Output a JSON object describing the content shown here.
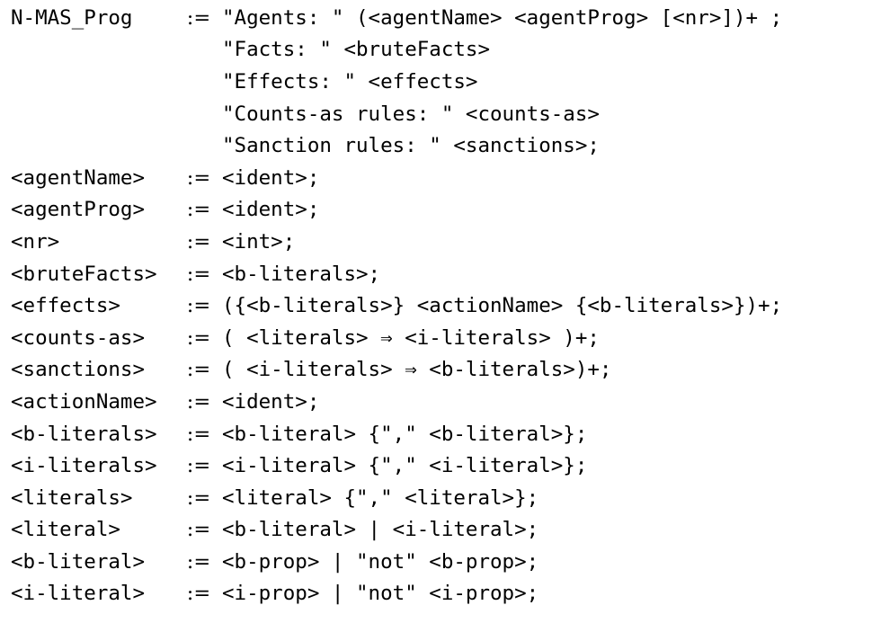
{
  "rules": [
    {
      "lhs": "N-MAS_Prog",
      "assign": ":=",
      "rhs": "\"Agents: \" (<agentName> <agentProg> [<nr>])+ ;"
    },
    {
      "lhs": "",
      "assign": "",
      "rhs": "\"Facts: \" <bruteFacts>"
    },
    {
      "lhs": "",
      "assign": "",
      "rhs": "\"Effects: \" <effects>"
    },
    {
      "lhs": "",
      "assign": "",
      "rhs": "\"Counts-as rules: \" <counts-as>"
    },
    {
      "lhs": "",
      "assign": "",
      "rhs": "\"Sanction rules: \" <sanctions>;"
    },
    {
      "lhs": "<agentName>",
      "assign": ":=",
      "rhs": "<ident>;"
    },
    {
      "lhs": "<agentProg>",
      "assign": ":=",
      "rhs": "<ident>;"
    },
    {
      "lhs": "<nr>",
      "assign": ":=",
      "rhs": "<int>;"
    },
    {
      "lhs": "<bruteFacts>",
      "assign": ":=",
      "rhs": "<b-literals>;"
    },
    {
      "lhs": "<effects>",
      "assign": ":=",
      "rhs": "({<b-literals>} <actionName> {<b-literals>})+;"
    },
    {
      "lhs": "<counts-as>",
      "assign": ":=",
      "rhs": "( <literals> ⇒ <i-literals> )+;"
    },
    {
      "lhs": "<sanctions>",
      "assign": ":=",
      "rhs": "( <i-literals> ⇒ <b-literals>)+;"
    },
    {
      "lhs": "<actionName>",
      "assign": ":=",
      "rhs": "<ident>;"
    },
    {
      "lhs": "<b-literals>",
      "assign": ":=",
      "rhs": "<b-literal> {\",\" <b-literal>};"
    },
    {
      "lhs": "<i-literals>",
      "assign": ":=",
      "rhs": "<i-literal> {\",\" <i-literal>};"
    },
    {
      "lhs": "<literals>",
      "assign": ":=",
      "rhs": "<literal> {\",\" <literal>};"
    },
    {
      "lhs": "<literal>",
      "assign": ":=",
      "rhs": "<b-literal> | <i-literal>;"
    },
    {
      "lhs": "<b-literal>",
      "assign": ":=",
      "rhs": "<b-prop> | \"not\" <b-prop>;"
    },
    {
      "lhs": "<i-literal>",
      "assign": ":=",
      "rhs": "<i-prop> | \"not\" <i-prop>;"
    }
  ]
}
